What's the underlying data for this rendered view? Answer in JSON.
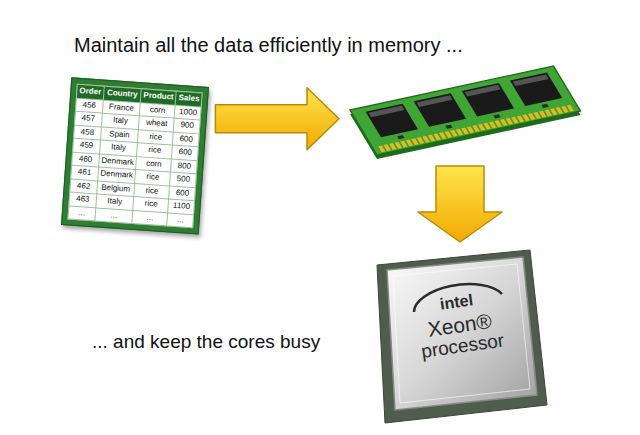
{
  "diagram": {
    "title": "Maintain all the data efficiently in memory ...",
    "caption": "... and keep the cores busy",
    "nodes": [
      {
        "text": [
          "Order",
          "Country",
          "Product",
          "Sales",
          "456",
          "France",
          "corn",
          "1000",
          "457",
          "Italy",
          "wheat",
          "900",
          "458",
          "Spain",
          "rice",
          "600",
          "459",
          "Italy",
          "rice",
          "600",
          "460",
          "Denmark",
          "corn",
          "800",
          "461",
          "Denmark",
          "rice",
          "500",
          "462",
          "Belgium",
          "rice",
          "600",
          "463",
          "Italy",
          "rice",
          "1100",
          "...",
          "...",
          "...",
          "..."
        ]
      },
      {
        "text": []
      },
      {
        "text": [
          "intel",
          "Xeon®",
          "processor"
        ]
      }
    ],
    "edges": [
      {
        "from": 0,
        "to": 1,
        "arrow": "to"
      },
      {
        "from": 1,
        "to": 2,
        "arrow": "to"
      }
    ]
  }
}
